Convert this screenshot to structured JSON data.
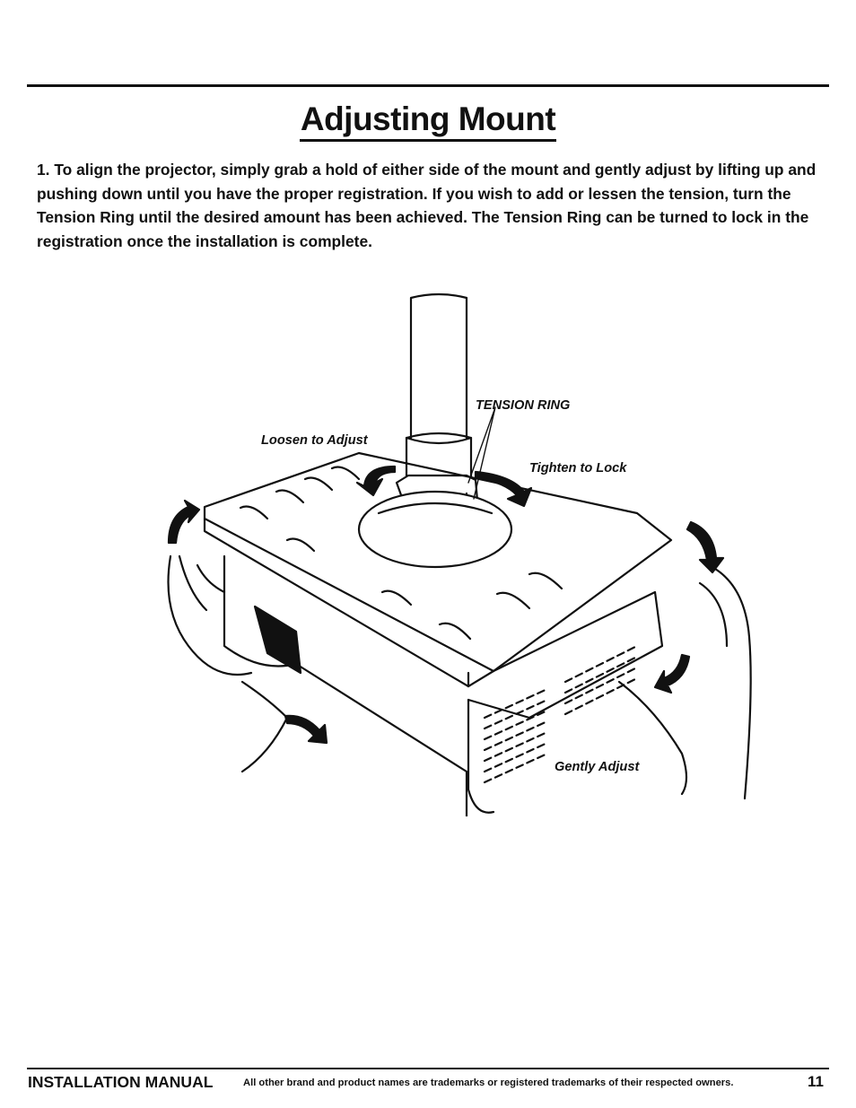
{
  "header": {
    "title": "Adjusting Mount"
  },
  "intro": {
    "text": "1.  To align the projector, simply grab a hold of either side of the mount and gently adjust by lifting up and pushing down until you have the proper registration.  If you wish to add or lessen the tension, turn the Tension Ring until the desired amount has been achieved.  The Tension Ring can be turned to lock in the registration once the installation is complete."
  },
  "figure": {
    "callouts": {
      "tension_ring": "TENSION RING",
      "loosen": "Loosen to Adjust",
      "tighten": "Tighten to Lock",
      "gently": "Gently Adjust"
    }
  },
  "footer": {
    "manual_label": "INSTALLATION MANUAL",
    "trademark_note": "All other brand and product names are trademarks or registered trademarks of their respected owners.",
    "page_number": "11"
  }
}
